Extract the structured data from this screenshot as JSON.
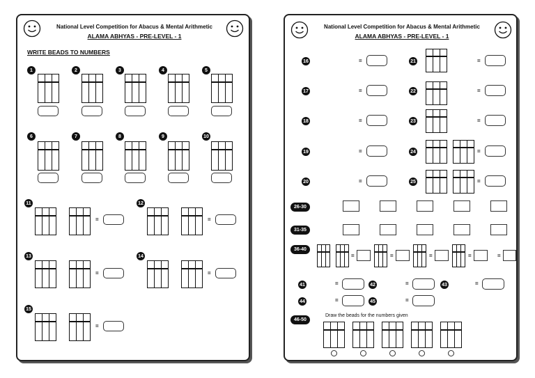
{
  "header": {
    "title": "National Level Competition for Abacus & Mental Arithmetic",
    "subtitle": "ALAMA ABHYAS - PRE-LEVEL - 1"
  },
  "left_page": {
    "section_heading": "WRITE BEADS TO NUMBERS",
    "labels": [
      "1",
      "2",
      "3",
      "4",
      "5",
      "6",
      "7",
      "8",
      "9",
      "10",
      "11",
      "12",
      "13",
      "14",
      "15"
    ]
  },
  "right_page": {
    "labels": [
      "16",
      "17",
      "18",
      "19",
      "20",
      "21",
      "22",
      "23",
      "24",
      "25",
      "41",
      "42",
      "43",
      "44",
      "45"
    ],
    "range_labels": [
      "26-30",
      "31-35",
      "36-40",
      "46-50"
    ],
    "draw_instruction": "Draw the beads for the numbers given"
  },
  "symbols": {
    "equals": "="
  },
  "icons": [
    "smiley-face-icon"
  ]
}
